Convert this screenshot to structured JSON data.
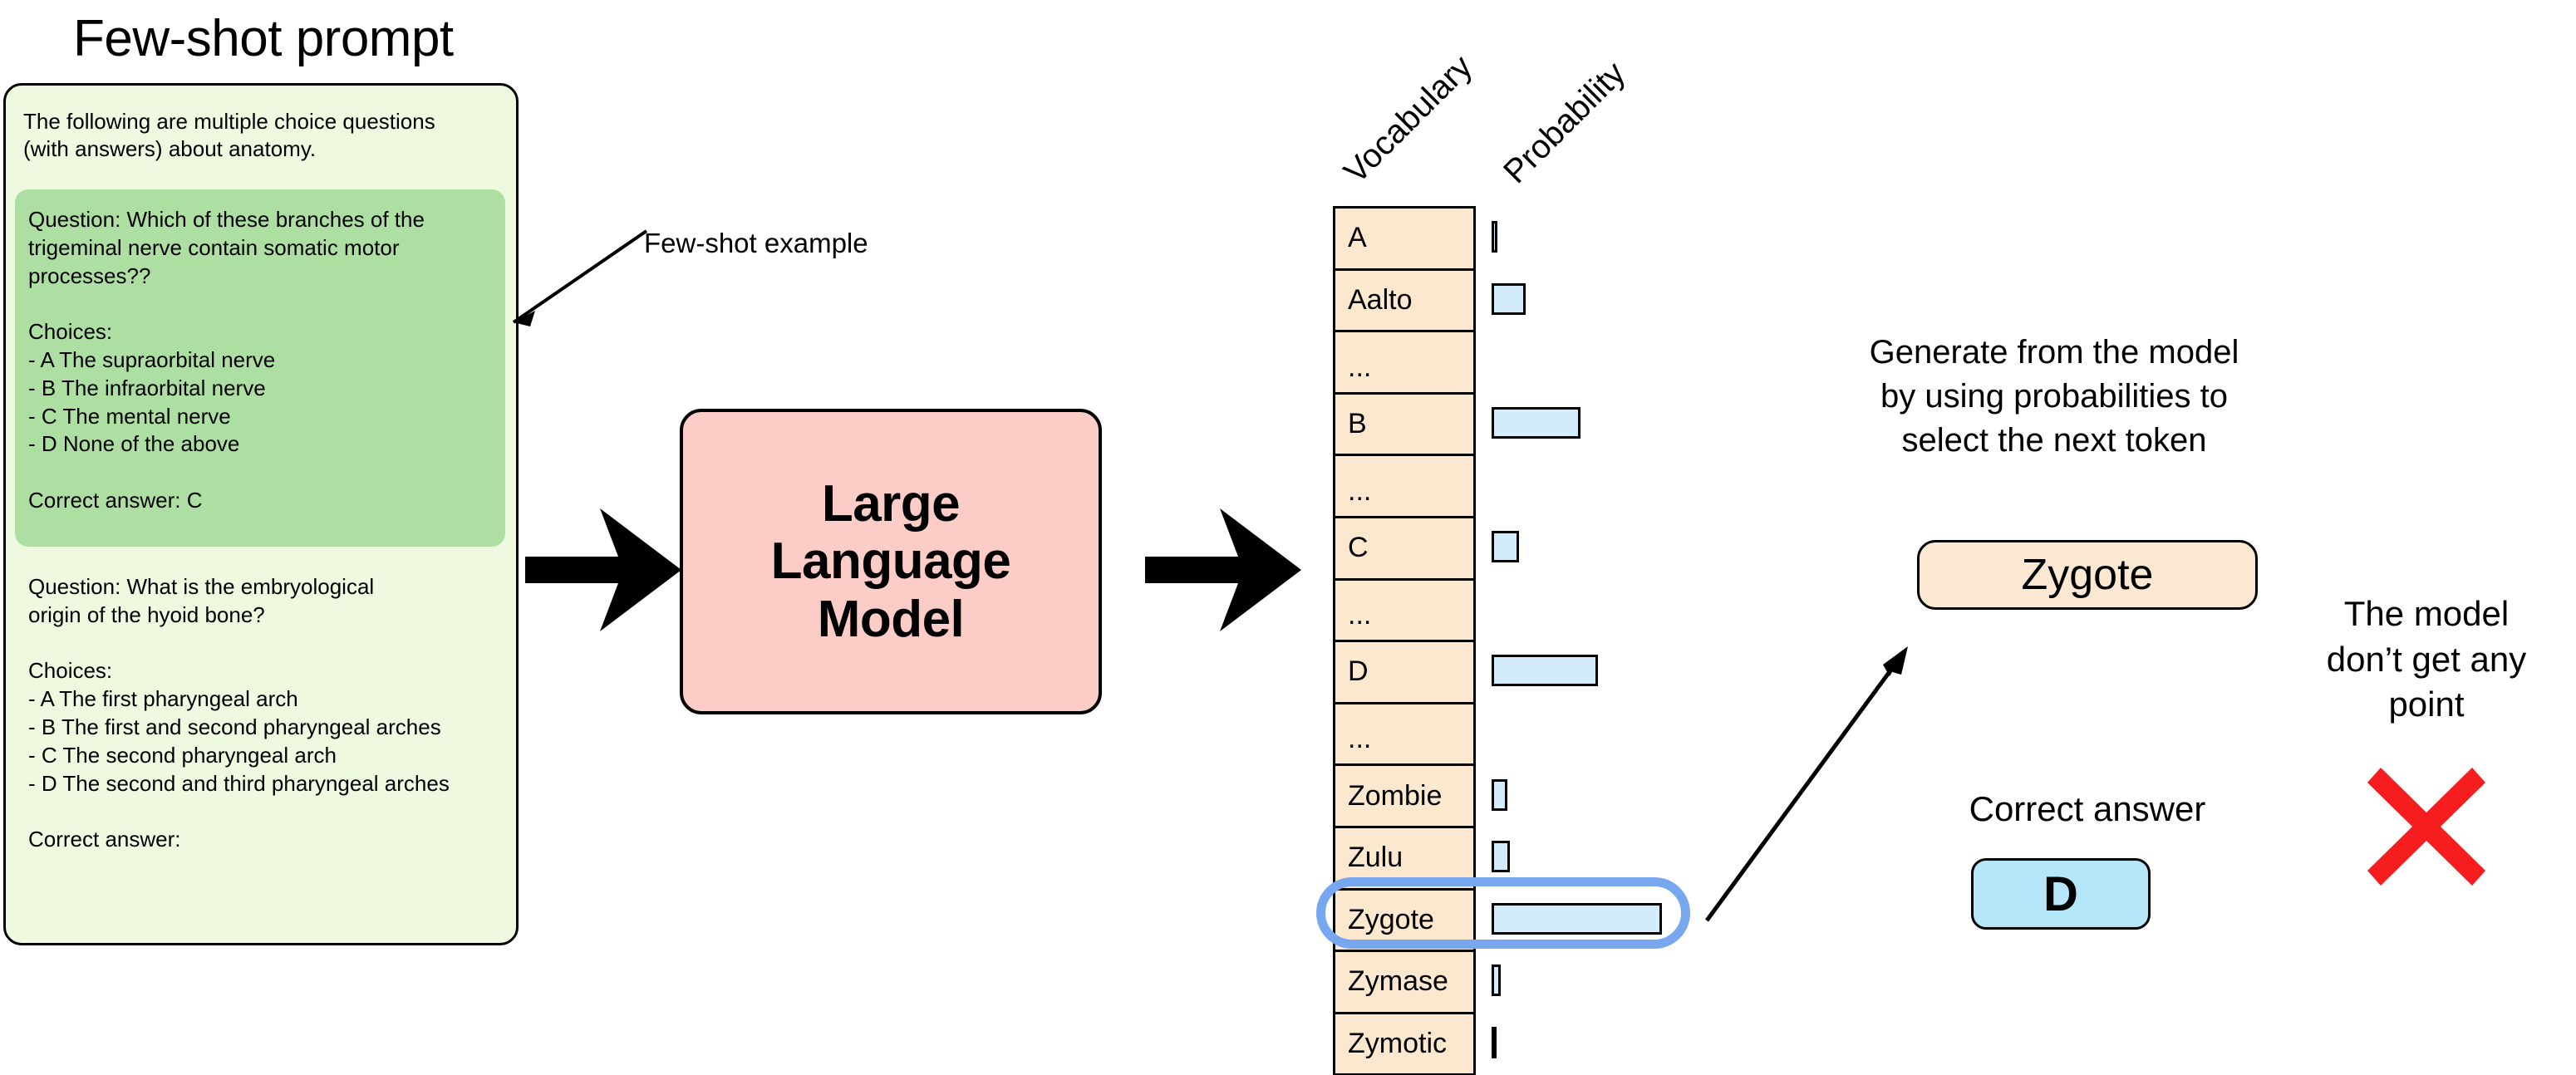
{
  "prompt": {
    "title": "Few-shot prompt",
    "intro": "The following are multiple choice questions\n(with answers) about anatomy.",
    "fewshot_example": "Question: Which of these branches of the\ntrigeminal nerve contain somatic motor\nprocesses??\n\nChoices:\n- A The supraorbital nerve\n- B The infraorbital nerve\n- C The mental nerve\n- D None of the above\n\nCorrect answer: C",
    "query": "Question: What is the embryological\norigin of the hyoid bone?\n\nChoices:\n- A The first pharyngeal arch\n- B The first and second pharyngeal arches\n- C The second pharyngeal arch\n- D The second and third pharyngeal arches\n\nCorrect answer:"
  },
  "callout": {
    "label": "Few-shot example"
  },
  "model": {
    "line1": "Large",
    "line2": "Language",
    "line3": "Model"
  },
  "table": {
    "vocab_header": "Vocabulary",
    "prob_header": "Probability",
    "selected_token": "Zygote"
  },
  "right": {
    "generate_caption": "Generate from the model\nby using probabilities to\nselect the next token",
    "generated_token": "Zygote",
    "correct_answer_label": "Correct answer",
    "correct_answer": "D",
    "no_point_caption": "The model\ndon’t get any\npoint"
  },
  "colors": {
    "prompt_card_bg": "#eef9e0",
    "fewshot_block_bg": "#aedfa2",
    "llm_card_bg": "#fbcdc6",
    "vocab_cell_bg": "#fce8cf",
    "prob_bar_bg": "#d3ecfb",
    "highlight_ring": "#77a7ee",
    "answer_box_bg": "#b6e7f8",
    "token_box_bg": "#fbe8d2",
    "wrong_mark": "#f51d1d",
    "outline": "#000000"
  },
  "chart_data": {
    "type": "bar",
    "title": "Next-token probability distribution over the vocabulary",
    "xlabel": "Probability",
    "ylabel": "Vocabulary",
    "orientation": "horizontal",
    "grid": false,
    "legend": null,
    "categories": [
      "A",
      "Aalto",
      "...",
      "B",
      "...",
      "C",
      "...",
      "D",
      "...",
      "Zombie",
      "Zulu",
      "Zygote",
      "Zymase",
      "Zymotic"
    ],
    "values": [
      0.03,
      0.2,
      null,
      0.52,
      null,
      0.16,
      null,
      0.62,
      null,
      0.09,
      0.11,
      1.0,
      0.05,
      0.02
    ],
    "bar_pixel_widths": [
      7,
      41,
      0,
      107,
      0,
      33,
      0,
      128,
      0,
      19,
      22,
      205,
      11,
      5
    ],
    "highlighted_category": "Zygote",
    "xlim": [
      0,
      1
    ]
  }
}
